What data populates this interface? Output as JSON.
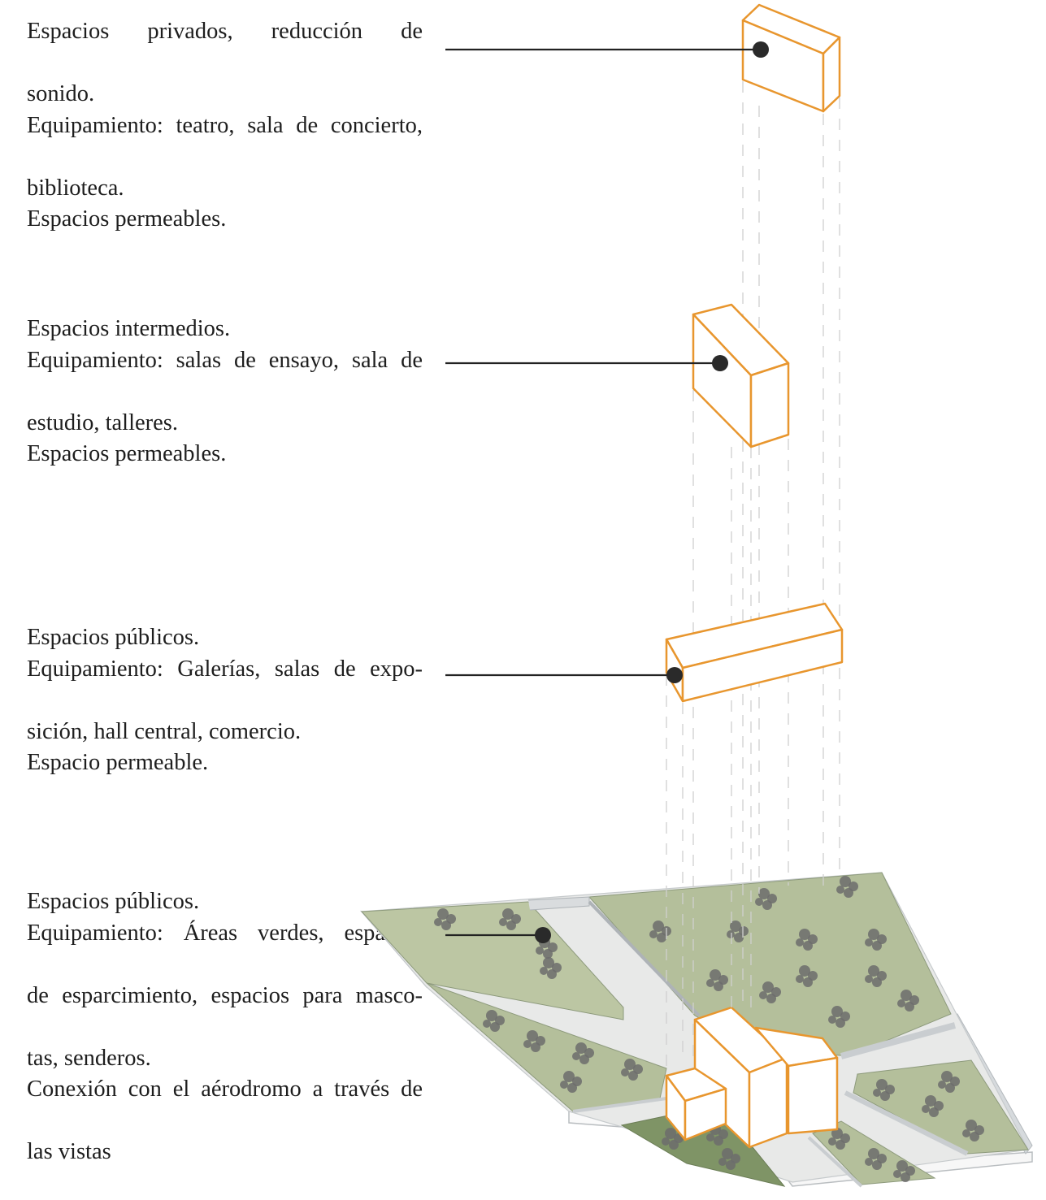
{
  "colors": {
    "outline": "#e8962e",
    "leader": "#222222",
    "dot": "#2a2a2a",
    "green": "#b4bf9b",
    "green_dark": "#7f9466",
    "path": "#e8e9e8",
    "edge": "#bfc4c7",
    "tree": "#6c6c6c"
  },
  "levels": [
    {
      "id": "level-4",
      "lines": [
        "Espacios privados, reducción de",
        "sonido.",
        "Equipamiento: teatro, sala de concierto,",
        "biblioteca.",
        "Espacios permeables."
      ]
    },
    {
      "id": "level-3",
      "lines": [
        "Espacios intermedios.",
        "Equipamiento: salas de ensayo, sala de",
        "estudio, talleres.",
        "Espacios permeables."
      ]
    },
    {
      "id": "level-2",
      "lines": [
        "Espacios públicos.",
        "Equipamiento: Galerías, salas de expo-",
        "sición, hall central, comercio.",
        "Espacio permeable."
      ]
    },
    {
      "id": "level-1",
      "lines": [
        "Espacios públicos.",
        "Equipamiento: Áreas verdes, espacios",
        "de esparcimiento, espacios para masco-",
        "tas, senderos.",
        "Conexión con el aérodromo a través de",
        "las vistas"
      ]
    }
  ]
}
